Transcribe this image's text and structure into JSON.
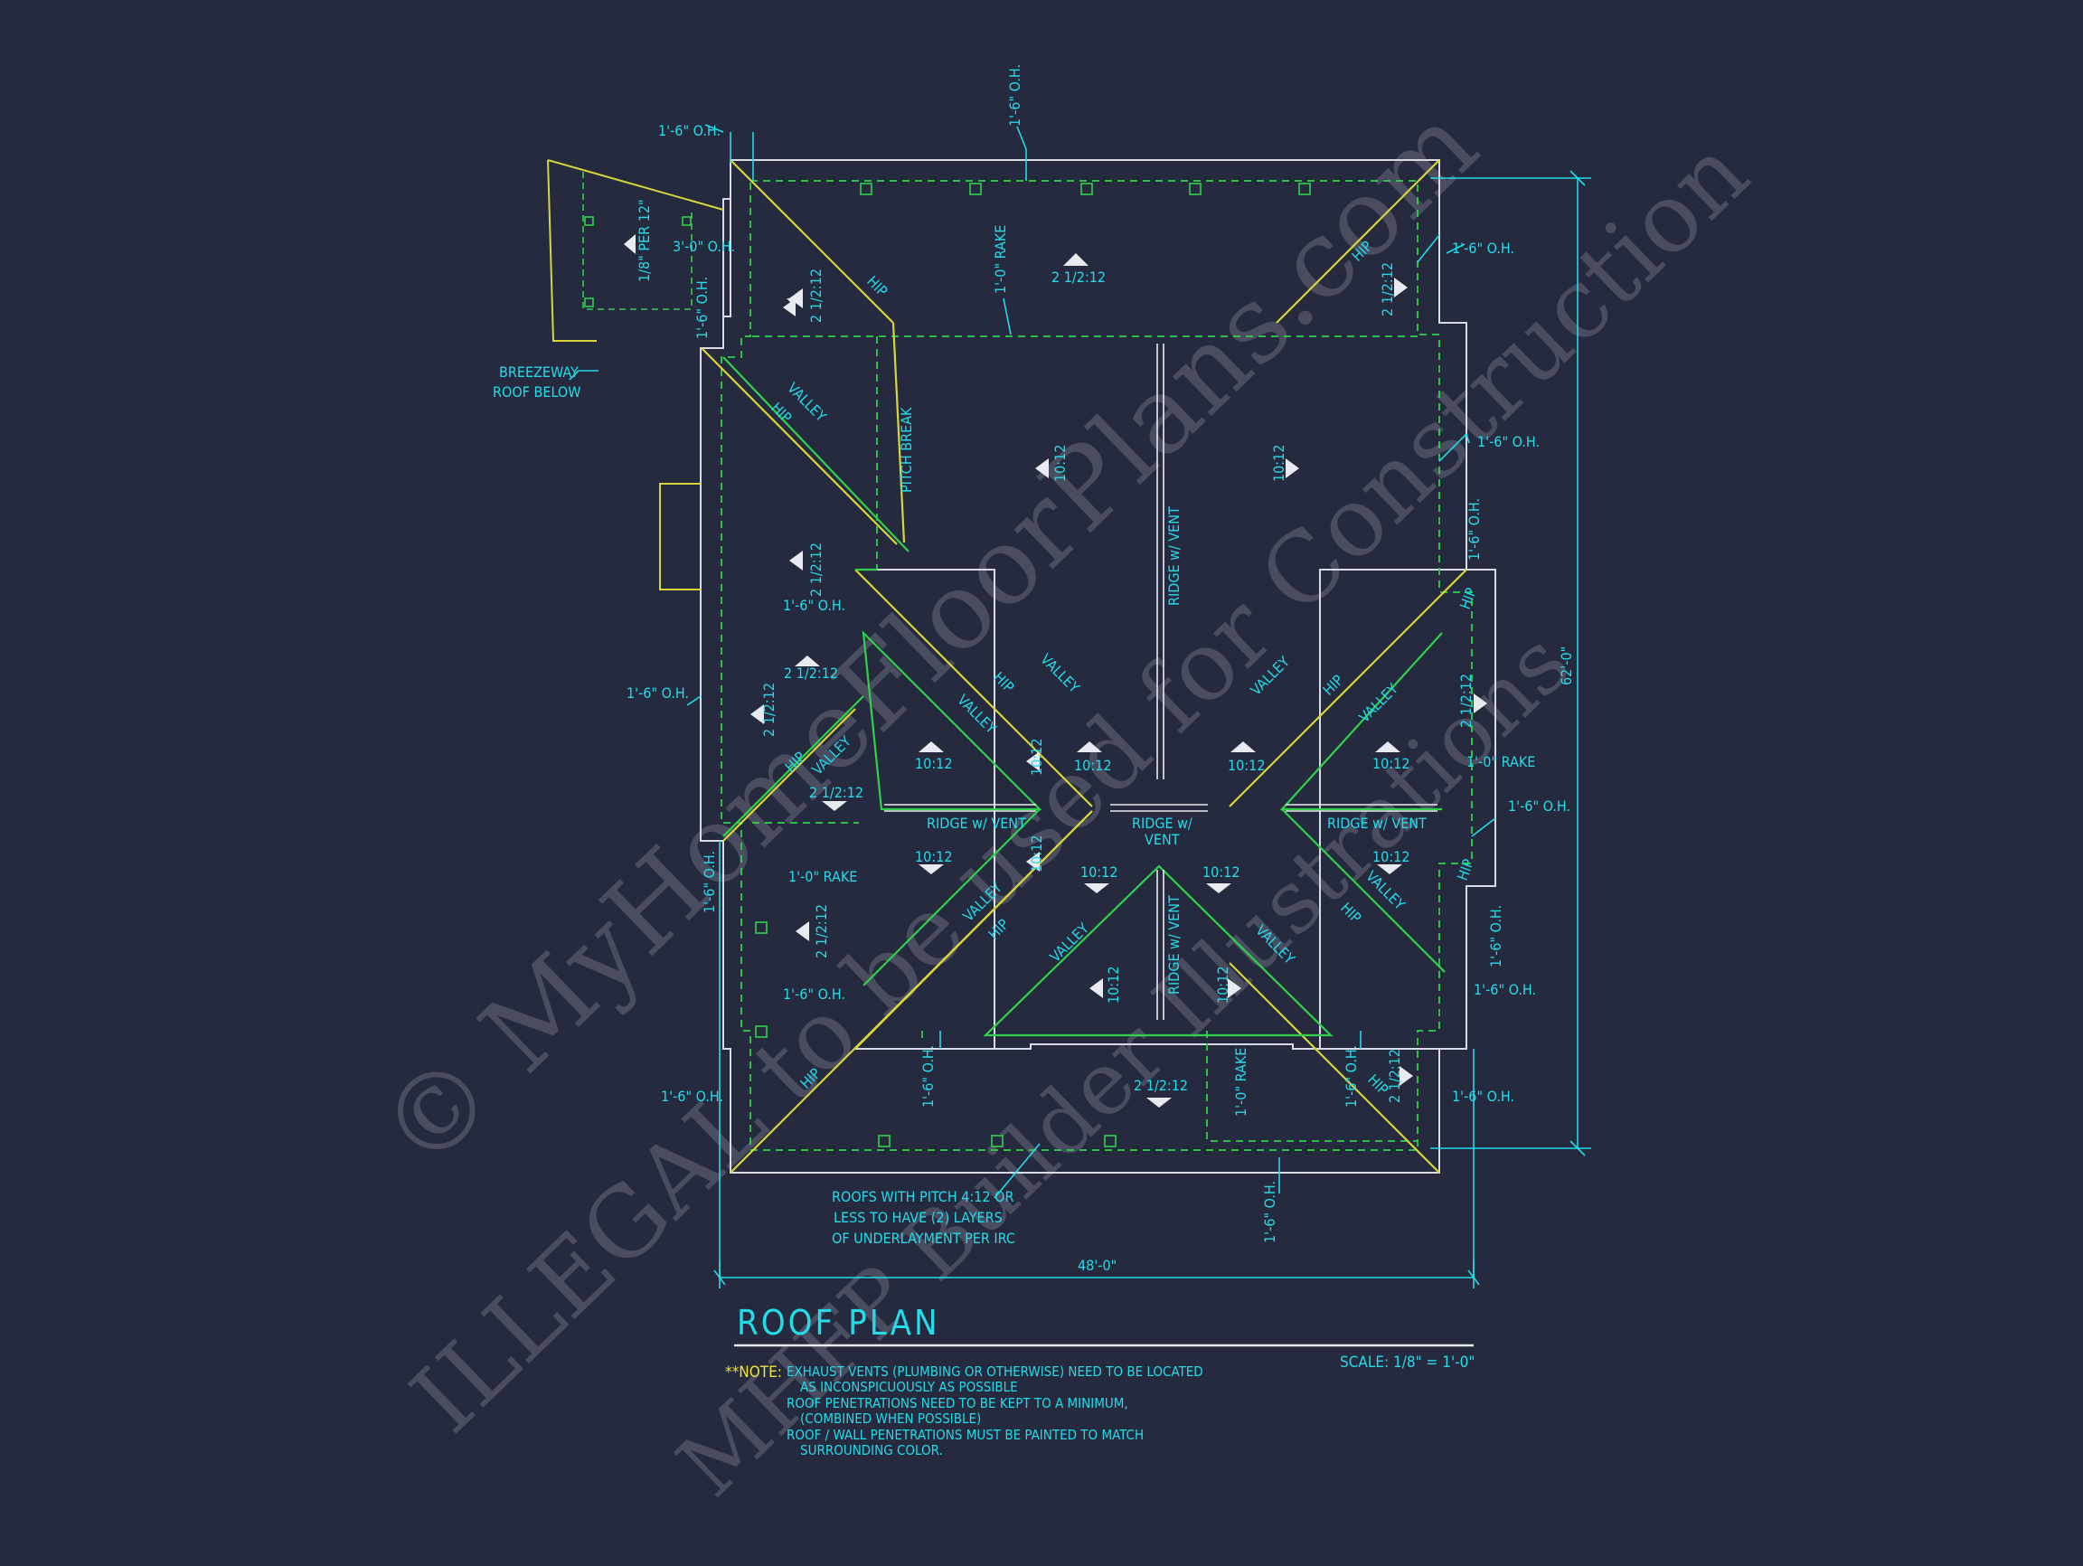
{
  "plan": {
    "title": "ROOF PLAN",
    "scale": "SCALE: 1/8\" = 1'-0\"",
    "dim_width": "48'-0\"",
    "dim_depth": "62'-0\"",
    "note_label": "**NOTE:",
    "notes": [
      "EXHAUST VENTS (PLUMBING OR OTHERWISE) NEED TO BE LOCATED",
      "AS INCONSPICUOUSLY AS POSSIBLE",
      "ROOF PENETRATIONS NEED TO BE KEPT TO A MINIMUM,",
      "(COMBINED WHEN POSSIBLE)",
      "ROOF / WALL  PENETRATIONS MUST BE PAINTED TO MATCH",
      "SURROUNDING COLOR."
    ],
    "breezeway": [
      "BREEZEWAY",
      "ROOF BELOW"
    ],
    "underlayment": [
      "ROOFS WITH PITCH 4:12 OR",
      "LESS TO HAVE (2) LAYERS",
      "OF UNDERLAYMENT PER IRC"
    ]
  },
  "labels": {
    "oh": "1'-6\" O.H.",
    "oh3": "3'-0\" O.H.",
    "rake": "1'-0\" RAKE",
    "hip": "HIP",
    "valley": "VALLEY",
    "pitch_break": "PITCH BREAK",
    "ridge_vent": "RIDGE w/ VENT",
    "ridge_w": "RIDGE w/",
    "vent": "VENT",
    "p212": "2 1/2:12",
    "p1012": "10:12",
    "p18": "1/8\" PER 12\""
  },
  "watermark": {
    "line1": "© MyHomeFloorPlans.com",
    "line2": "ILLEGAL to be used for Construction",
    "line3": "MHFP Builder Illustrations"
  },
  "colors": {
    "background": "#262a3f",
    "cyan": "#24dbe8",
    "yellow": "#d8d53a",
    "green": "#2fd24a",
    "white": "#e8eaf0"
  }
}
